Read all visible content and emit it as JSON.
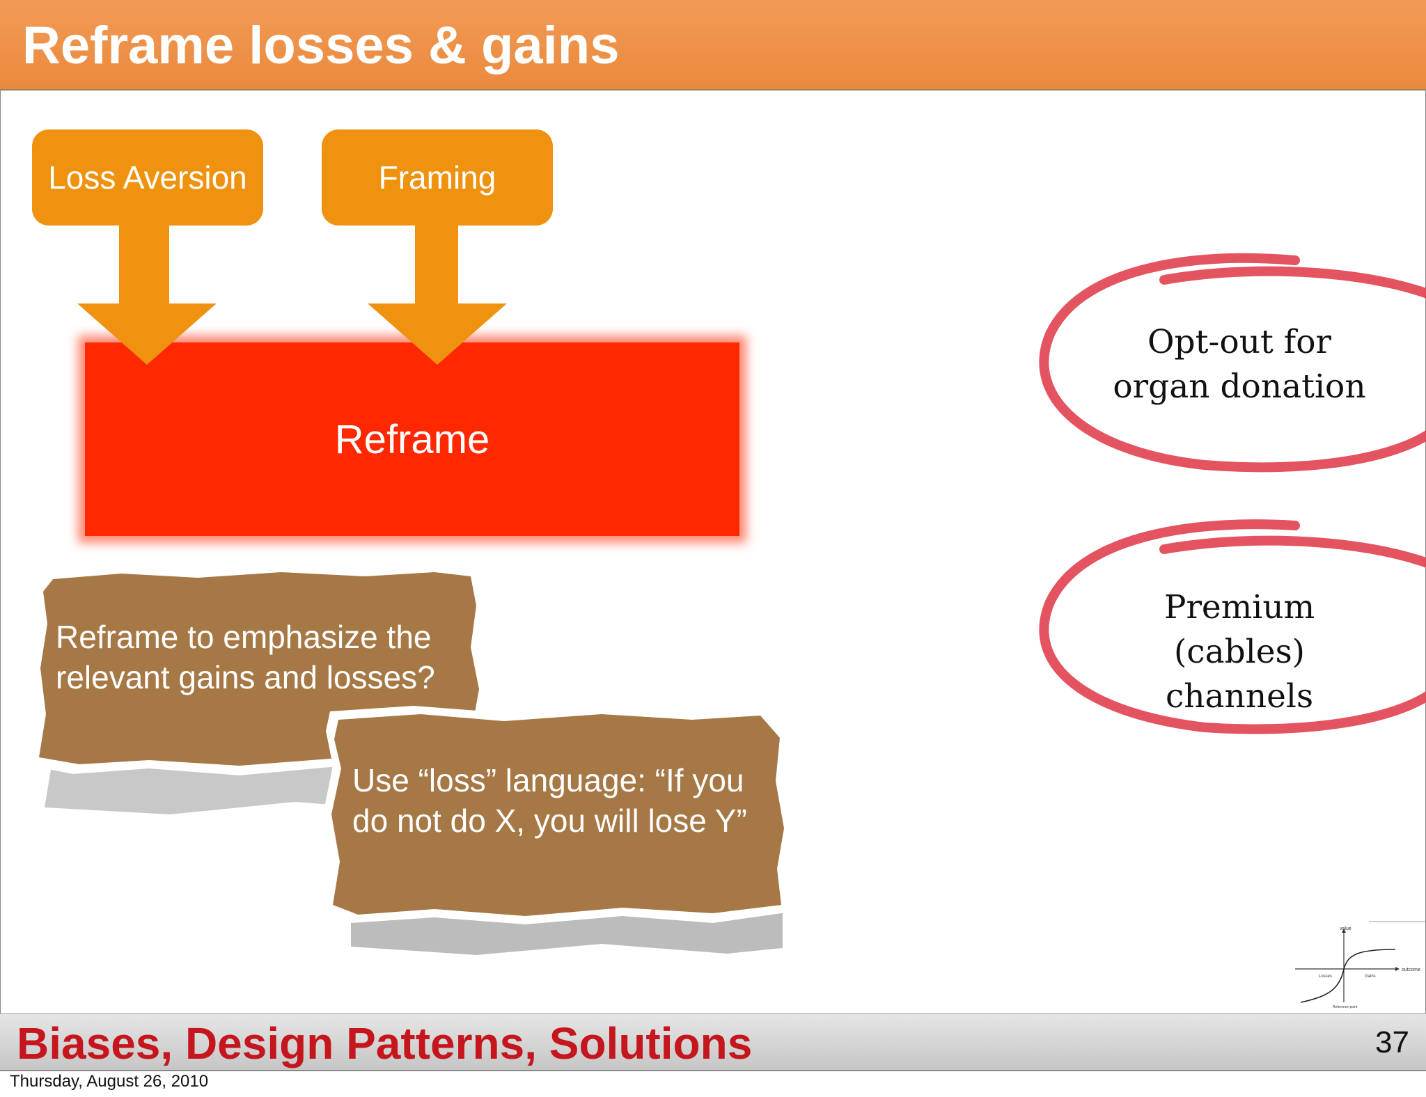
{
  "header": {
    "title": "Reframe losses & gains"
  },
  "diagram": {
    "inputs": [
      "Loss Aversion",
      "Framing"
    ],
    "center": "Reframe"
  },
  "notes": [
    "Reframe to emphasize the relevant gains and losses?",
    "Use “loss” language: “If you do not do X, you will lose Y”"
  ],
  "examples": [
    "Opt-out for organ donation",
    "Premium (cables) channels"
  ],
  "graph": {
    "y_label": "value",
    "x_label": "outcome",
    "left_label": "Losses",
    "right_label": "Gains",
    "origin_label": "Reference point"
  },
  "footer": {
    "title": "Biases, Design Patterns, Solutions",
    "page": "37"
  },
  "date": "Thursday, August 26, 2010",
  "colors": {
    "header": "#ee8f48",
    "pill": "#ef920f",
    "reframe": "#ff2800",
    "note": "#a67846",
    "circle": "#e0404f",
    "footer_title": "#c4161c"
  }
}
